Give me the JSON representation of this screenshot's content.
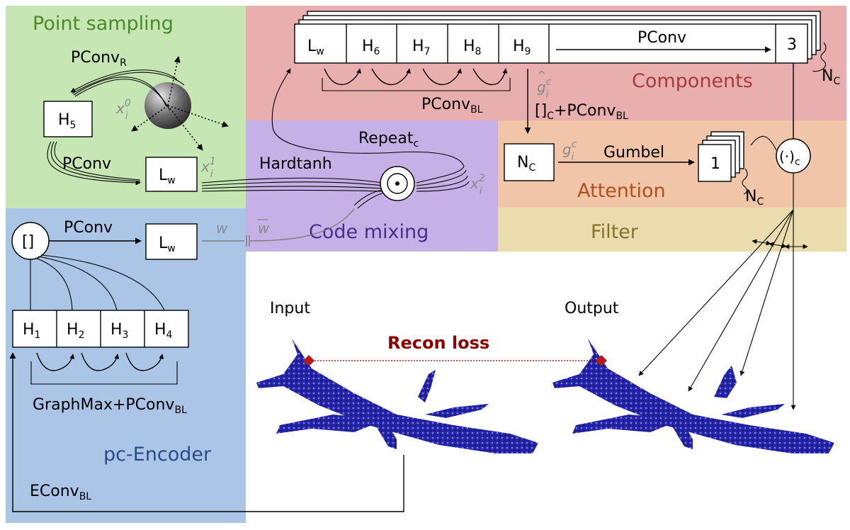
{
  "regions": {
    "point_sampling": "Point sampling",
    "components": "Components",
    "code_mixing": "Code mixing",
    "attention": "Attention",
    "filter": "Filter",
    "pc_encoder": "pc-Encoder"
  },
  "colors": {
    "point_sampling_bg": "#c6e7b3",
    "point_sampling_text": "#4a8a2a",
    "components_bg": "#e9aeae",
    "components_text": "#a93b3b",
    "code_mixing_bg": "#c6b1e6",
    "code_mixing_text": "#4a2e8c",
    "attention_bg": "#f1c5a7",
    "attention_text": "#b04f1a",
    "filter_bg": "#ebdcad",
    "filter_text": "#857030",
    "pc_encoder_bg": "#aac5e6",
    "pc_encoder_text": "#2c4a86",
    "recon_loss": "#8b0000",
    "plane_points": "#2424a8"
  },
  "components_row": {
    "cells": [
      {
        "main": "L",
        "sub": "w"
      },
      {
        "main": "H",
        "sub": "6"
      },
      {
        "main": "H",
        "sub": "7"
      },
      {
        "main": "H",
        "sub": "8"
      },
      {
        "main": "H",
        "sub": "9"
      }
    ],
    "pconv_label": "PConv",
    "output_dim": "3",
    "stack_count": {
      "main": "N",
      "sub": "C"
    },
    "skip_label": {
      "main": "PConv",
      "sub": "BL"
    }
  },
  "point_sampling": {
    "pconv_r": {
      "main": "PConv",
      "sub": "R"
    },
    "h5": {
      "main": "H",
      "sub": "5"
    },
    "x0": {
      "main": "x",
      "sup": "0",
      "sub": "i"
    },
    "pconv": "PConv",
    "lw": {
      "main": "L",
      "sub": "w"
    },
    "x1": {
      "main": "x",
      "sup": "1",
      "sub": "i"
    }
  },
  "code_mixing": {
    "repeat": {
      "main": "Repeat",
      "sub": "c"
    },
    "hardtanh": "Hardtanh",
    "x2": {
      "main": "x",
      "sup": "2",
      "sub": "i"
    },
    "op_symbol": "⊙",
    "w": "w",
    "w_bar": "w"
  },
  "attention": {
    "g_hat": {
      "main": "g",
      "sup": "c",
      "sub": "i"
    },
    "split_label": {
      "pre": "[]",
      "pre_sub": "C",
      "mid": "+PConv",
      "mid_sub": "BL"
    },
    "nc_box": {
      "main": "N",
      "sub": "C"
    },
    "g": {
      "main": "g",
      "sup": "c",
      "sub": "i"
    },
    "gumbel": "Gumbel",
    "one": "1",
    "stack_count": {
      "main": "N",
      "sub": "C"
    },
    "product": {
      "main": "(·)",
      "sub": "c"
    }
  },
  "encoder": {
    "concat": "[]",
    "pconv": "PConv",
    "lw": {
      "main": "L",
      "sub": "w"
    },
    "cells": [
      {
        "main": "H",
        "sub": "1"
      },
      {
        "main": "H",
        "sub": "2"
      },
      {
        "main": "H",
        "sub": "3"
      },
      {
        "main": "H",
        "sub": "4"
      }
    ],
    "graphmax": {
      "main": "GraphMax+PConv",
      "sub": "BL"
    },
    "econv": {
      "main": "EConv",
      "sub": "BL"
    }
  },
  "bottom": {
    "input": "Input",
    "output": "Output",
    "recon_loss": "Recon loss"
  }
}
